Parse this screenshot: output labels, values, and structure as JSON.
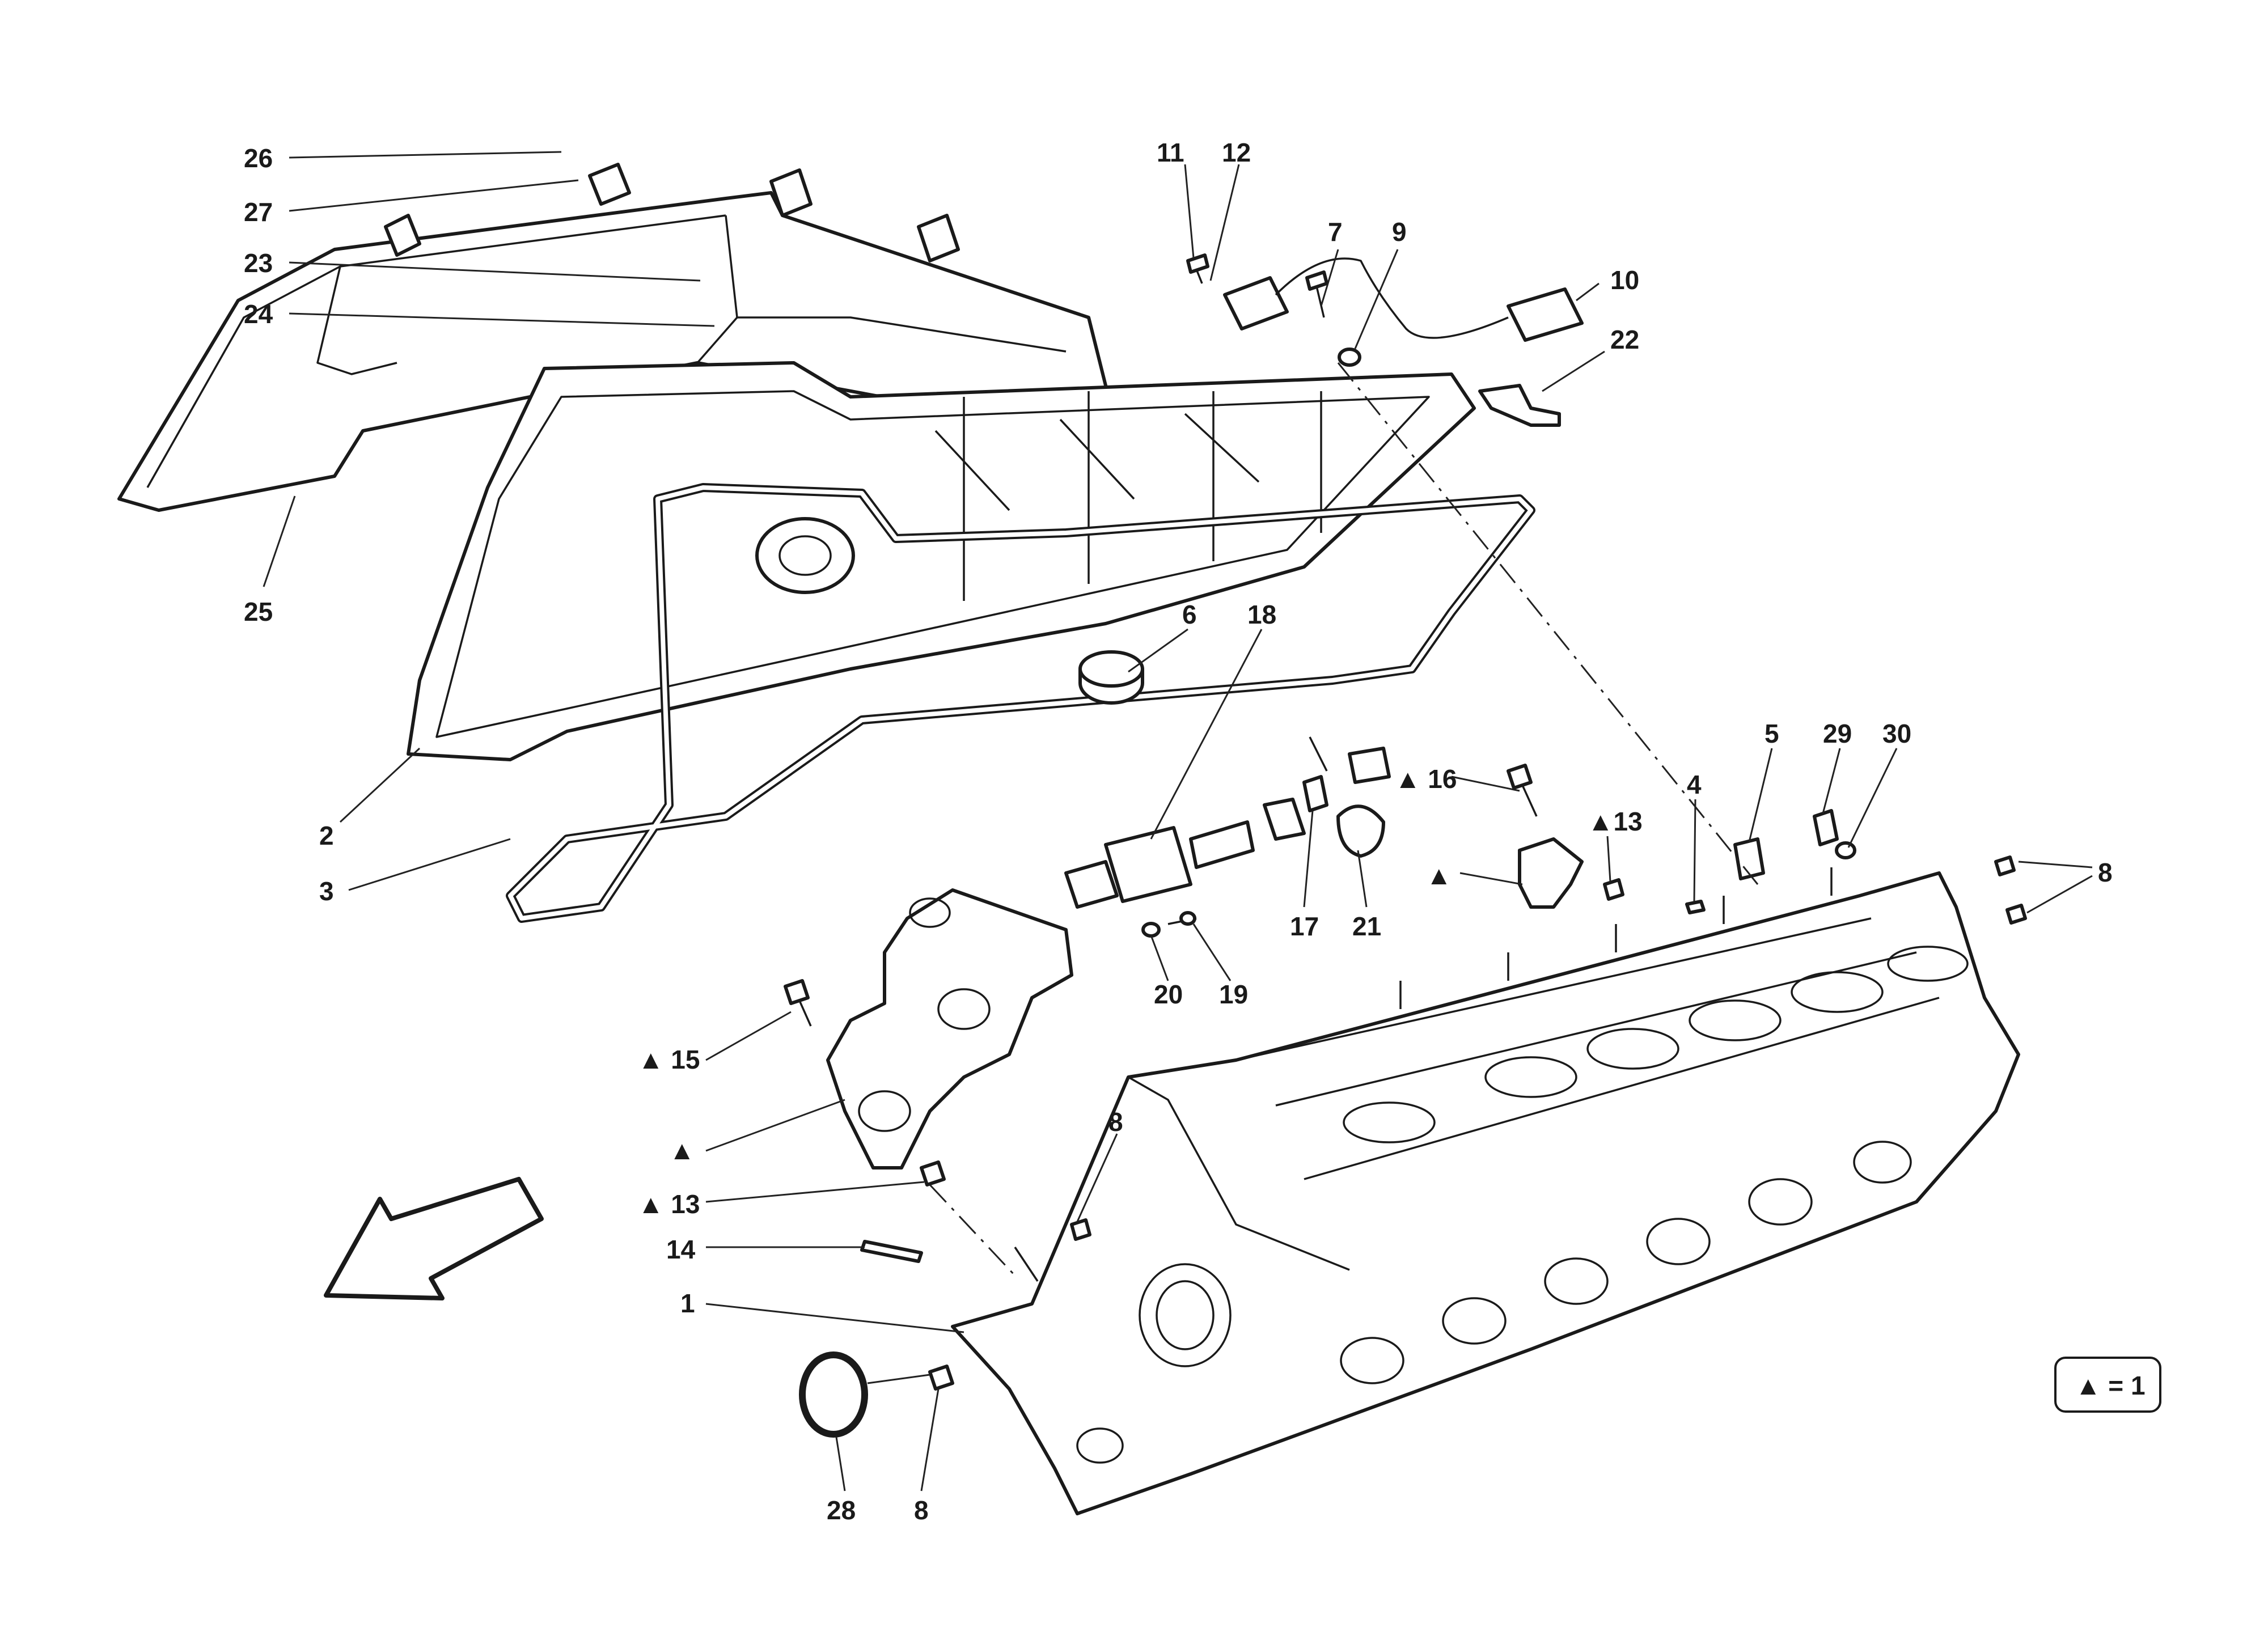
{
  "labels": {
    "l26": "26",
    "l27": "27",
    "l23": "23",
    "l24": "24",
    "l25": "25",
    "l2": "2",
    "l3": "3",
    "l11": "11",
    "l12": "12",
    "l7": "7",
    "l9": "9",
    "l10": "10",
    "l22": "22",
    "l6": "6",
    "l18": "18",
    "l16": "▲ 16",
    "l13a": "▲13",
    "ltri": "▲",
    "l17": "17",
    "l21": "21",
    "l20": "20",
    "l19": "19",
    "l5": "5",
    "l29": "29",
    "l30": "30",
    "l4": "4",
    "l8a": "8",
    "l15": "▲ 15",
    "ltri2": "▲",
    "l13b": "▲ 13",
    "l14": "14",
    "l1": "1",
    "l8b": "8",
    "l28": "28",
    "l8c": "8"
  },
  "legend": {
    "text": "▲ = 1"
  },
  "colors": {
    "line": "#1a1a1a",
    "background": "#ffffff"
  },
  "icons": {
    "direction": "arrow-down-left-icon",
    "legend": "triangle-icon"
  }
}
